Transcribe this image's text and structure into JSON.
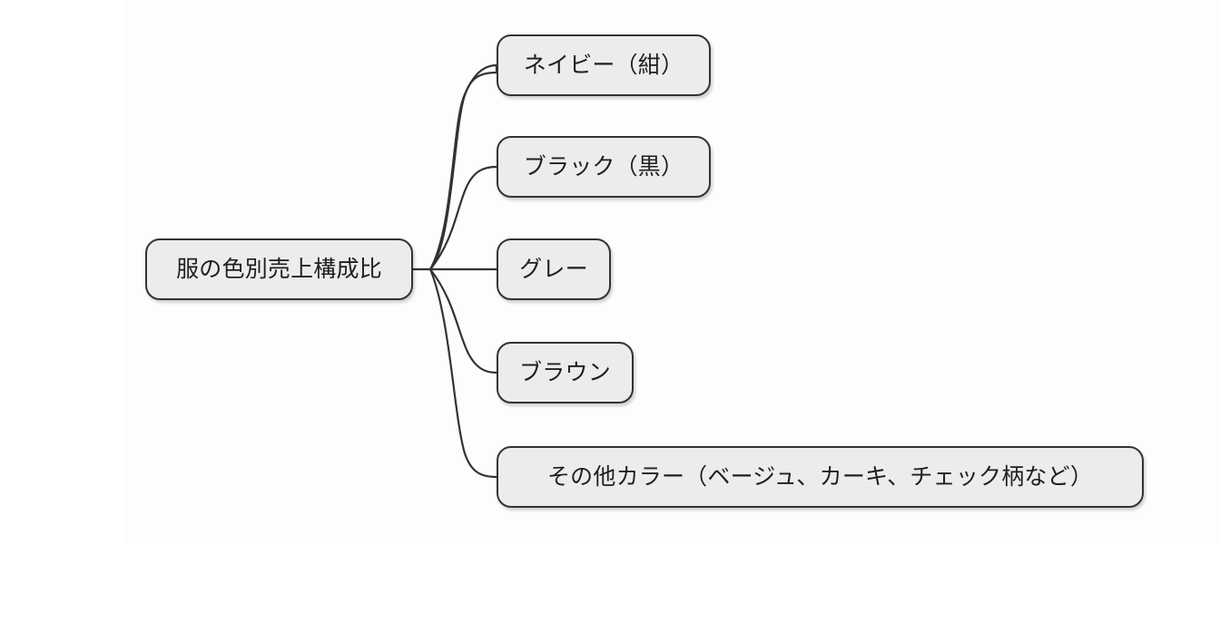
{
  "diagram": {
    "type": "mindmap",
    "title": "服の色別売上構成比",
    "root": {
      "label": "服の色別売上構成比"
    },
    "children": [
      {
        "label": "ネイビー（紺）"
      },
      {
        "label": "ブラック（黒）"
      },
      {
        "label": "グレー"
      },
      {
        "label": "ブラウン"
      },
      {
        "label": "その他カラー（ベージュ、カーキ、チェック柄など）"
      }
    ],
    "colors": {
      "background": "#ffffff",
      "canvas": "#fdfdfd",
      "node_fill": "#ececec",
      "node_border": "#333333",
      "node_text": "#1f1f1f",
      "edge_stroke": "#333333"
    }
  }
}
